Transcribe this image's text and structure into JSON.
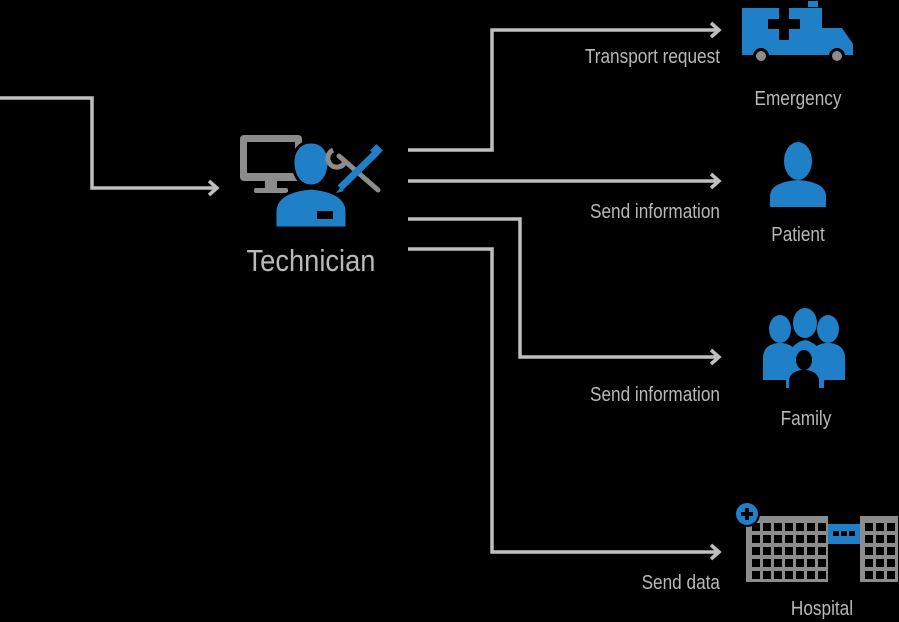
{
  "colors": {
    "background": "#000000",
    "connector": "#bfbfbf",
    "icon_blue": "#1f7fc7",
    "icon_gray": "#8c8c8c",
    "label_gray": "#b8b8b8"
  },
  "hub": {
    "label": "Technician",
    "icons": [
      "monitor-icon",
      "technician-person-icon",
      "tools-icon"
    ]
  },
  "flows": [
    {
      "edge_label": "Transport request",
      "target": "Emergency",
      "target_icon": "ambulance-icon"
    },
    {
      "edge_label": "Send information",
      "target": "Patient",
      "target_icon": "patient-icon"
    },
    {
      "edge_label": "Send information",
      "target": "Family",
      "target_icon": "family-icon"
    },
    {
      "edge_label": "Send data",
      "target": "Hospital",
      "target_icon": "hospital-icon"
    }
  ]
}
